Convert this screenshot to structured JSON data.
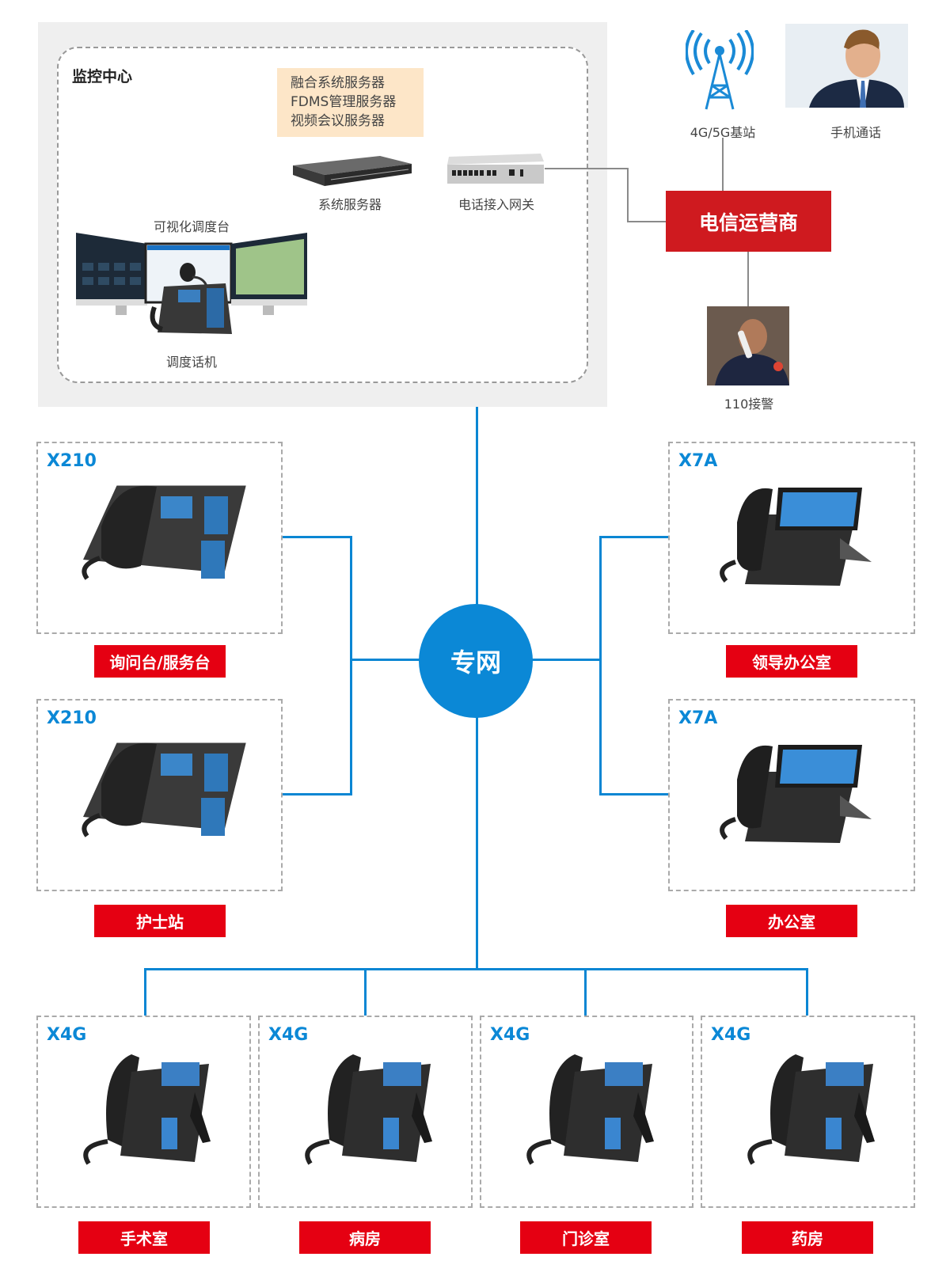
{
  "monitor_center": {
    "title": "监控中心",
    "servers_list": [
      "融合系统服务器",
      "FDMS管理服务器",
      "视频会议服务器"
    ],
    "system_server_label": "系统服务器",
    "gateway_label": "电话接入网关",
    "console_label": "可视化调度台",
    "dispatch_phone_label": "调度话机"
  },
  "external": {
    "base_station_label": "4G/5G基站",
    "mobile_call_label": "手机通话",
    "carrier_label": "电信运营商",
    "police_label": "110接警"
  },
  "hub": {
    "label": "专网"
  },
  "phones_left": [
    {
      "model": "X210",
      "location": "询问台/服务台"
    },
    {
      "model": "X210",
      "location": "护士站"
    }
  ],
  "phones_right": [
    {
      "model": "X7A",
      "location": "领导办公室"
    },
    {
      "model": "X7A",
      "location": "办公室"
    }
  ],
  "phones_bottom": [
    {
      "model": "X4G",
      "location": "手术室"
    },
    {
      "model": "X4G",
      "location": "病房"
    },
    {
      "model": "X4G",
      "location": "门诊室"
    },
    {
      "model": "X4G",
      "location": "药房"
    }
  ],
  "colors": {
    "network_blue": "#0b88d6",
    "tag_red": "#e50012",
    "carrier_red": "#cf1a1f"
  }
}
